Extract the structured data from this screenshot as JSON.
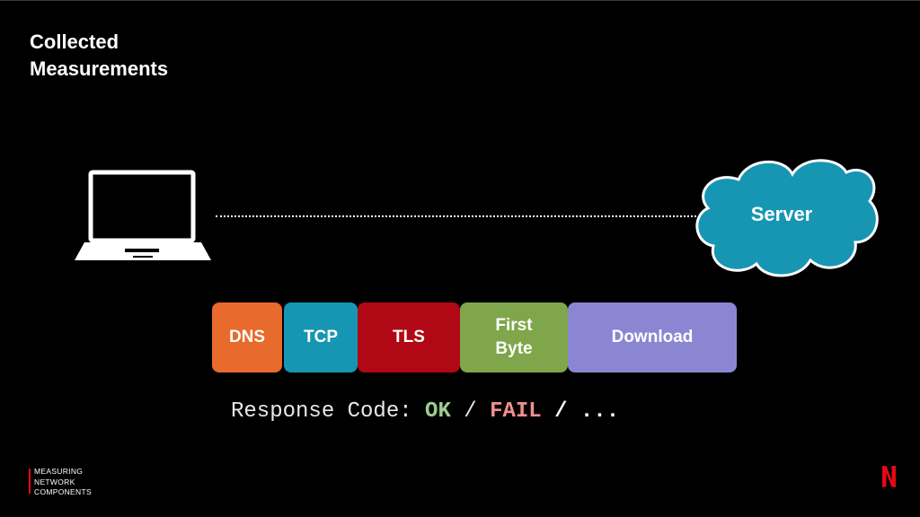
{
  "title": {
    "line1": "Collected",
    "line2": "Measurements"
  },
  "server": {
    "label": "Server"
  },
  "phases": {
    "dns": {
      "label": "DNS",
      "color": "#e86a2c"
    },
    "tcp": {
      "label": "TCP",
      "color": "#1696b3"
    },
    "tls": {
      "label": "TLS",
      "color": "#b00814"
    },
    "first_byte": {
      "label": "First\nByte",
      "color": "#7fa64a"
    },
    "download": {
      "label": "Download",
      "color": "#8a86d2"
    }
  },
  "response": {
    "prefix": "Response Code: ",
    "ok": "OK",
    "sep1": " / ",
    "fail": "FAIL",
    "sep2": " / ...",
    "ok_color": "#9ccf8f",
    "fail_color": "#f09090",
    "prefix_color": "#e8e8e8"
  },
  "footer": {
    "line1": "MEASURING",
    "line2": "NETWORK",
    "line3": "COMPONENTS"
  },
  "colors": {
    "background": "#000000",
    "accent_red": "#e50914",
    "cloud": "#1696b3"
  }
}
